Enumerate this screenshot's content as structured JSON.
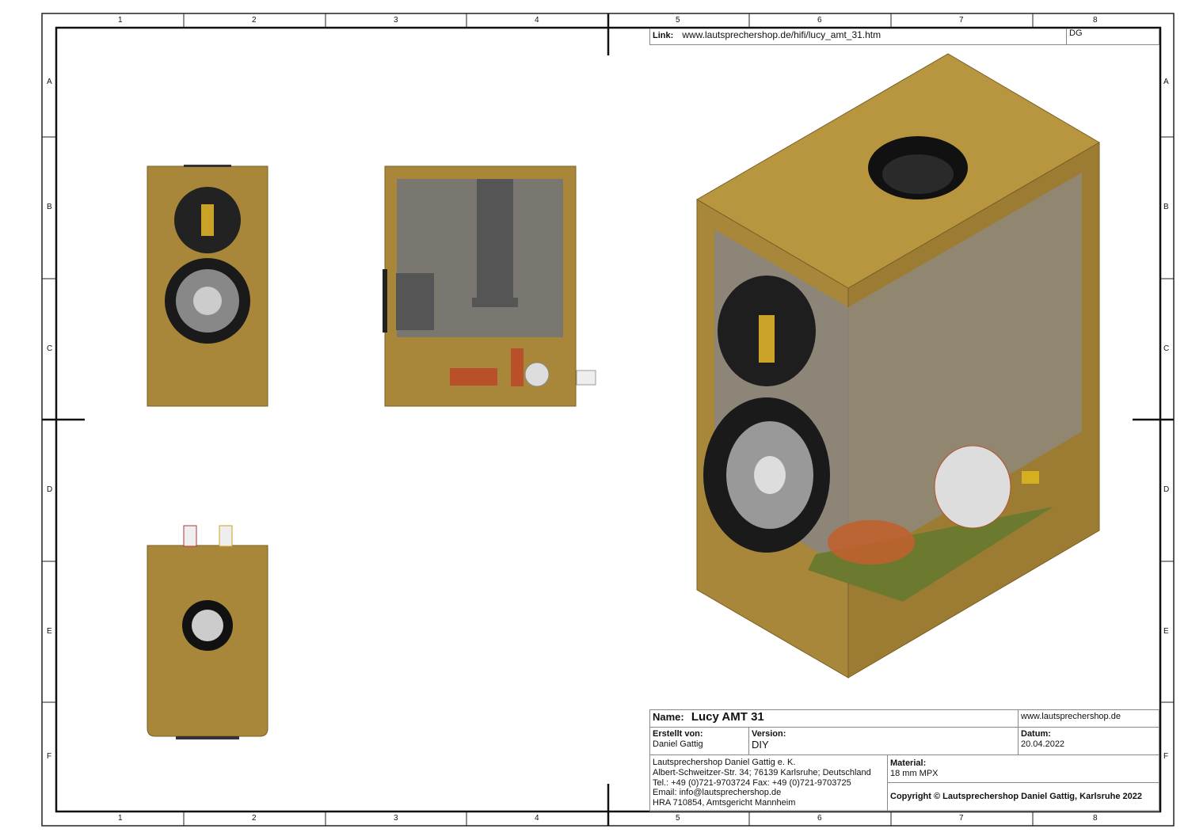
{
  "frame": {
    "columns": [
      "1",
      "2",
      "3",
      "4",
      "5",
      "6",
      "7",
      "8"
    ],
    "rows": [
      "A",
      "B",
      "C",
      "D",
      "E",
      "F"
    ]
  },
  "header": {
    "link_label": "Link:",
    "link_url": "www.lautsprechershop.de/hifi/lucy_amt_31.htm",
    "initials": "DG"
  },
  "title_block": {
    "name_label": "Name:",
    "name_value": "Lucy AMT 31",
    "website": "www.lautsprechershop.de",
    "created_by_label": "Erstellt von:",
    "created_by_value": "Daniel Gattig",
    "version_label": "Version:",
    "version_value": "DIY",
    "date_label": "Datum:",
    "date_value": "20.04.2022",
    "address_lines": [
      "Lautsprechershop Daniel Gattig e. K.",
      "Albert-Schweitzer-Str. 34; 76139 Karlsruhe; Deutschland",
      "Tel.: +49 (0)721-9703724 Fax: +49 (0)721-9703725",
      "Email: info@lautsprechershop.de",
      "HRA 710854, Amtsgericht Mannheim"
    ],
    "material_label": "Material:",
    "material_value": "18 mm MPX",
    "copyright": "Copyright © Lautsprechershop Daniel Gattig, Karlsruhe 2022"
  },
  "colors": {
    "wood": "#a8873a",
    "wood_dark": "#8a6d2a",
    "wood_top": "#b8963f"
  }
}
